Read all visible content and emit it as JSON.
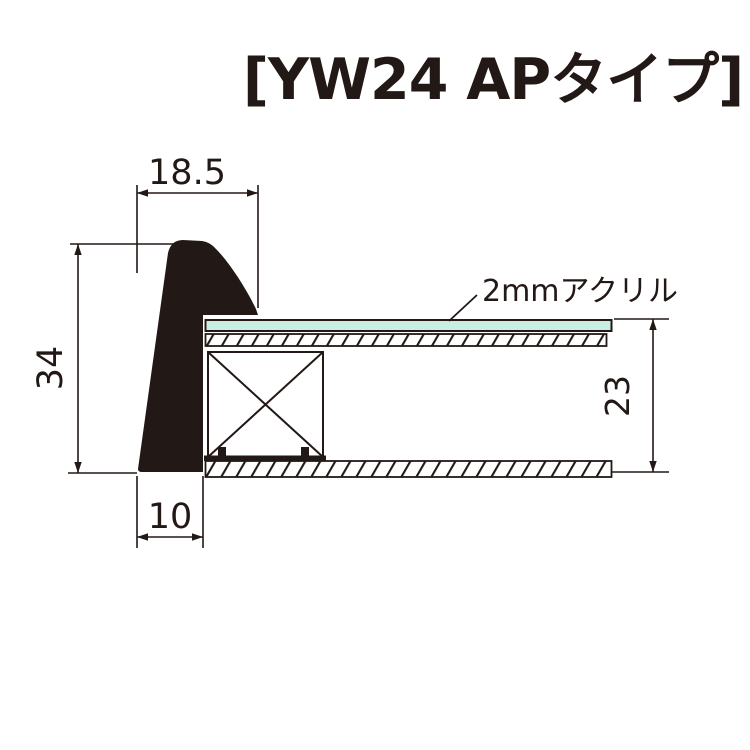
{
  "title": "[YW24 APタイプ]",
  "diagram": {
    "acrylic_label": "2mmアクリル",
    "dim_top_width": "18.5",
    "dim_left_height": "34",
    "dim_bottom_width": "10",
    "dim_right_height": "23"
  },
  "colors": {
    "line": "#221815",
    "acrylic_fill": "#c9efe3",
    "background": "#ffffff"
  }
}
